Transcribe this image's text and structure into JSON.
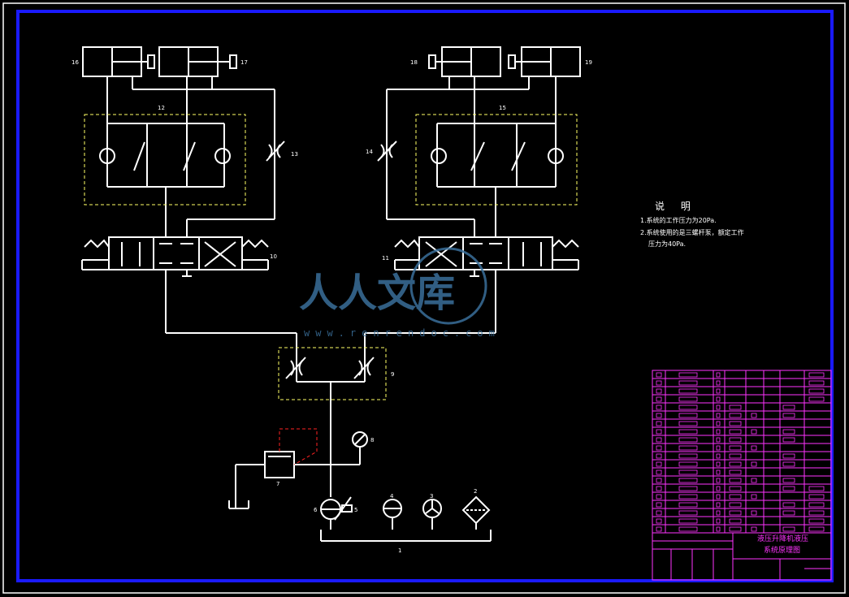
{
  "components": {
    "c1": "1",
    "c2": "2",
    "c3": "3",
    "c4": "4",
    "c5": "5",
    "c6": "6",
    "c7": "7",
    "c8": "8",
    "c9": "9",
    "c10": "10",
    "c11": "11",
    "c12": "12",
    "c13": "13",
    "c14": "14",
    "c15": "15",
    "c16": "16",
    "c17": "17",
    "c18": "18",
    "c19": "19"
  },
  "notes": {
    "heading": "说 明",
    "line1": "1.系统的工作压力为20Pa.",
    "line2": "2.系统使用的是三螺杆泵，额定工作",
    "line3": "压力为40Pa."
  },
  "title_block": {
    "line1": "液压升降机液压",
    "line2": "系统原理图"
  },
  "watermark": {
    "text": "人人文库",
    "url": "www.renrendoc.com"
  },
  "colors": {
    "background": "#000000",
    "line": "#ffffff",
    "border_blue": "#1a1aff",
    "table_magenta": "#ff33ff",
    "dashed_yellow": "#ffff66",
    "dashed_red": "#ff2222",
    "watermark": "#3a6f9a"
  }
}
